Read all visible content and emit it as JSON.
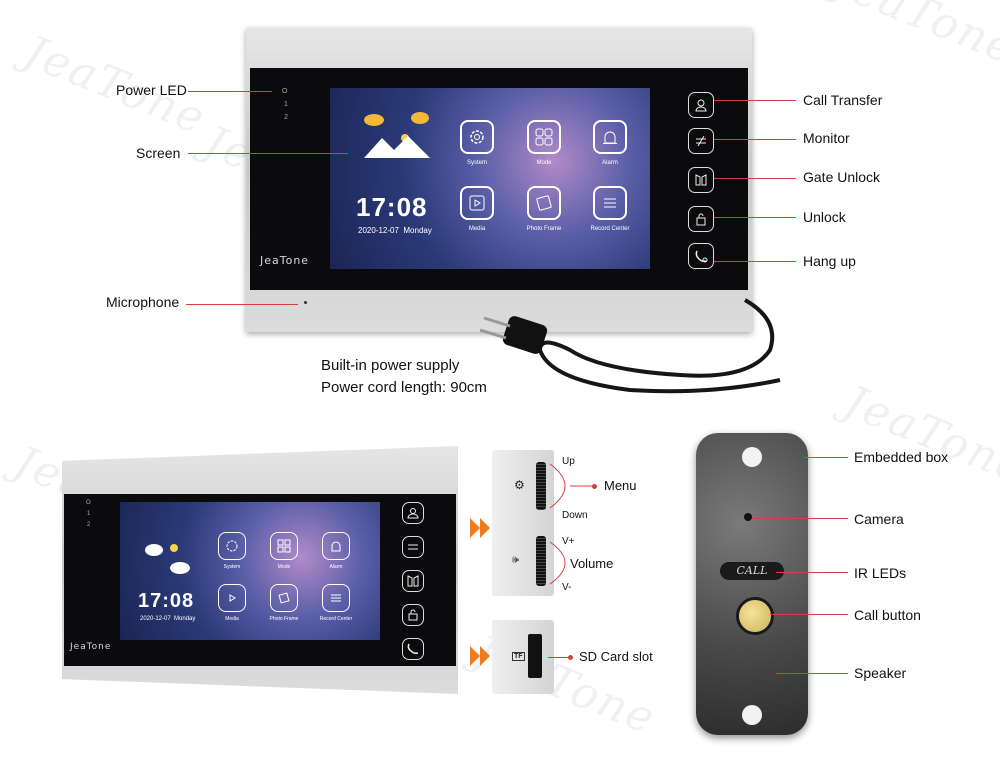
{
  "watermark": "JeaTone",
  "brand": "JeaTone",
  "screen": {
    "time": "17:08",
    "date": "2020-12-07",
    "weekday": "Monday",
    "apps": [
      "System",
      "Mode",
      "Alarm",
      "Media",
      "Photo Frame",
      "Record Center"
    ]
  },
  "led_marks": [
    "O",
    "1",
    "2"
  ],
  "monitor_labels": {
    "power_led": "Power LED",
    "screen": "Screen",
    "microphone": "Microphone",
    "call_transfer": "Call Transfer",
    "monitor": "Monitor",
    "gate_unlock": "Gate Unlock",
    "unlock": "Unlock",
    "hang_up": "Hang up"
  },
  "power_note": {
    "line1": "Built-in power supply",
    "line2": "Power cord length: 90cm"
  },
  "side_detail": {
    "up": "Up",
    "down": "Down",
    "menu": "Menu",
    "v_plus": "V+",
    "v_minus": "V-",
    "volume": "Volume",
    "tf": "TF",
    "sd_card": "SD Card slot"
  },
  "outdoor": {
    "call_text": "CALL",
    "labels": {
      "embedded_box": "Embedded box",
      "camera": "Camera",
      "ir_leds": "IR LEDs",
      "call_button": "Call button",
      "speaker": "Speaker"
    }
  },
  "icons": [
    "gear-icon",
    "grid-icon",
    "alarm-icon",
    "media-icon",
    "photo-icon",
    "list-icon",
    "person-icon",
    "arrows-icon",
    "gate-icon",
    "lock-icon",
    "phone-icon",
    "cloud-icon",
    "sun-icon",
    "mountain-icon",
    "speaker-icon"
  ]
}
